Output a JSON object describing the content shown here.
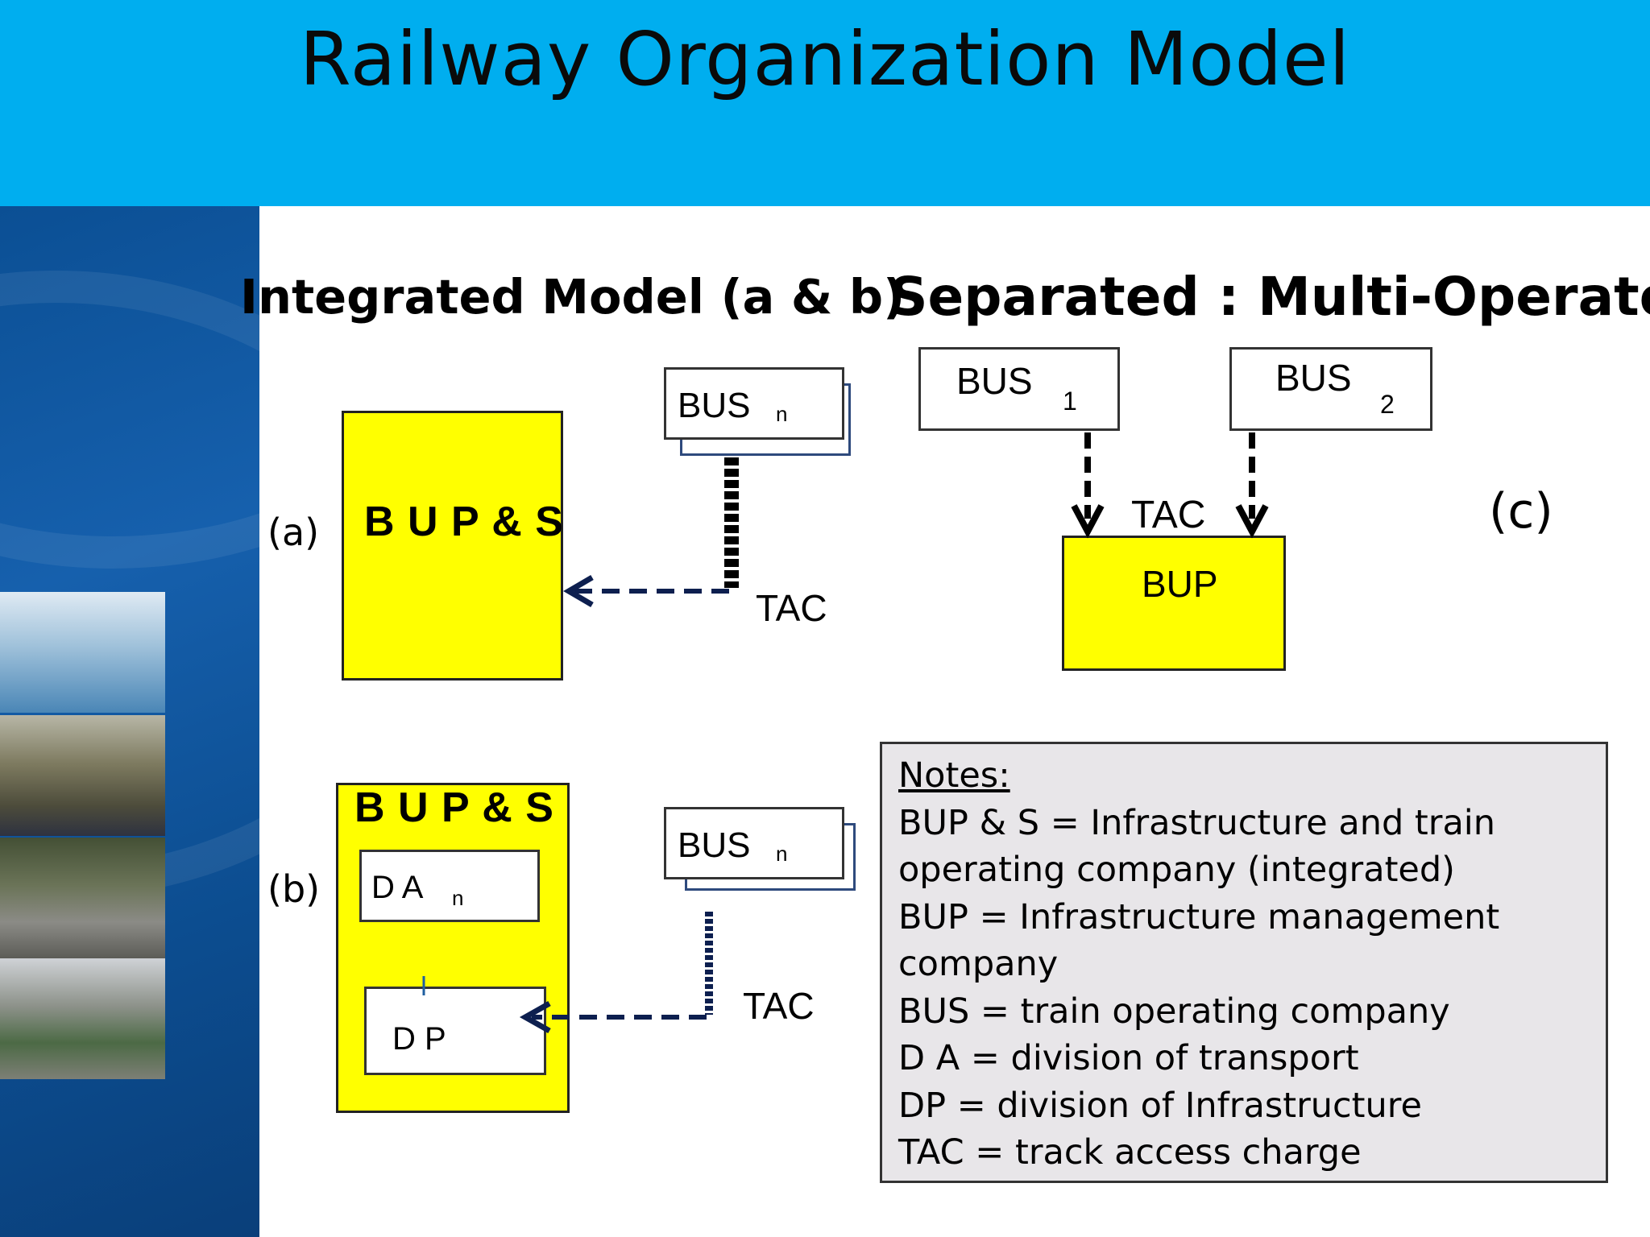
{
  "title": "Railway Organization Model",
  "integrated_heading": "Integrated Model  (a & b)",
  "separated_heading": "Separated : Multi-Operator",
  "diagram_a": {
    "label": "(a)",
    "main_box": "B U P & S",
    "bus": "BUS",
    "bus_sub": "n",
    "tac": "TAC"
  },
  "diagram_b": {
    "label": "(b)",
    "main_box": "B U P & S",
    "da": "D  A",
    "da_sub": "n",
    "dp": "D  P",
    "bus": "BUS",
    "bus_sub": "n",
    "tac": "TAC"
  },
  "diagram_c": {
    "label": "(c)",
    "bus1": "BUS",
    "bus1_sub": "1",
    "bus2": "BUS",
    "bus2_sub": "2",
    "tac": "TAC",
    "bup": "BUP"
  },
  "notes": {
    "heading": "Notes:",
    "lines": [
      "BUP & S = Infrastructure and train",
      "operating company (integrated)",
      "BUP = Infrastructure management",
      "company",
      "BUS = train operating company",
      "D A =  division of transport",
      "DP =   division of Infrastructure",
      "TAC = track access charge"
    ]
  },
  "colors": {
    "header": "#00aeef",
    "sidebar": "#1660ad",
    "box_fill": "#ffff00",
    "arrow": "#0d1f4f",
    "notes_bg": "#e8e6e9"
  }
}
